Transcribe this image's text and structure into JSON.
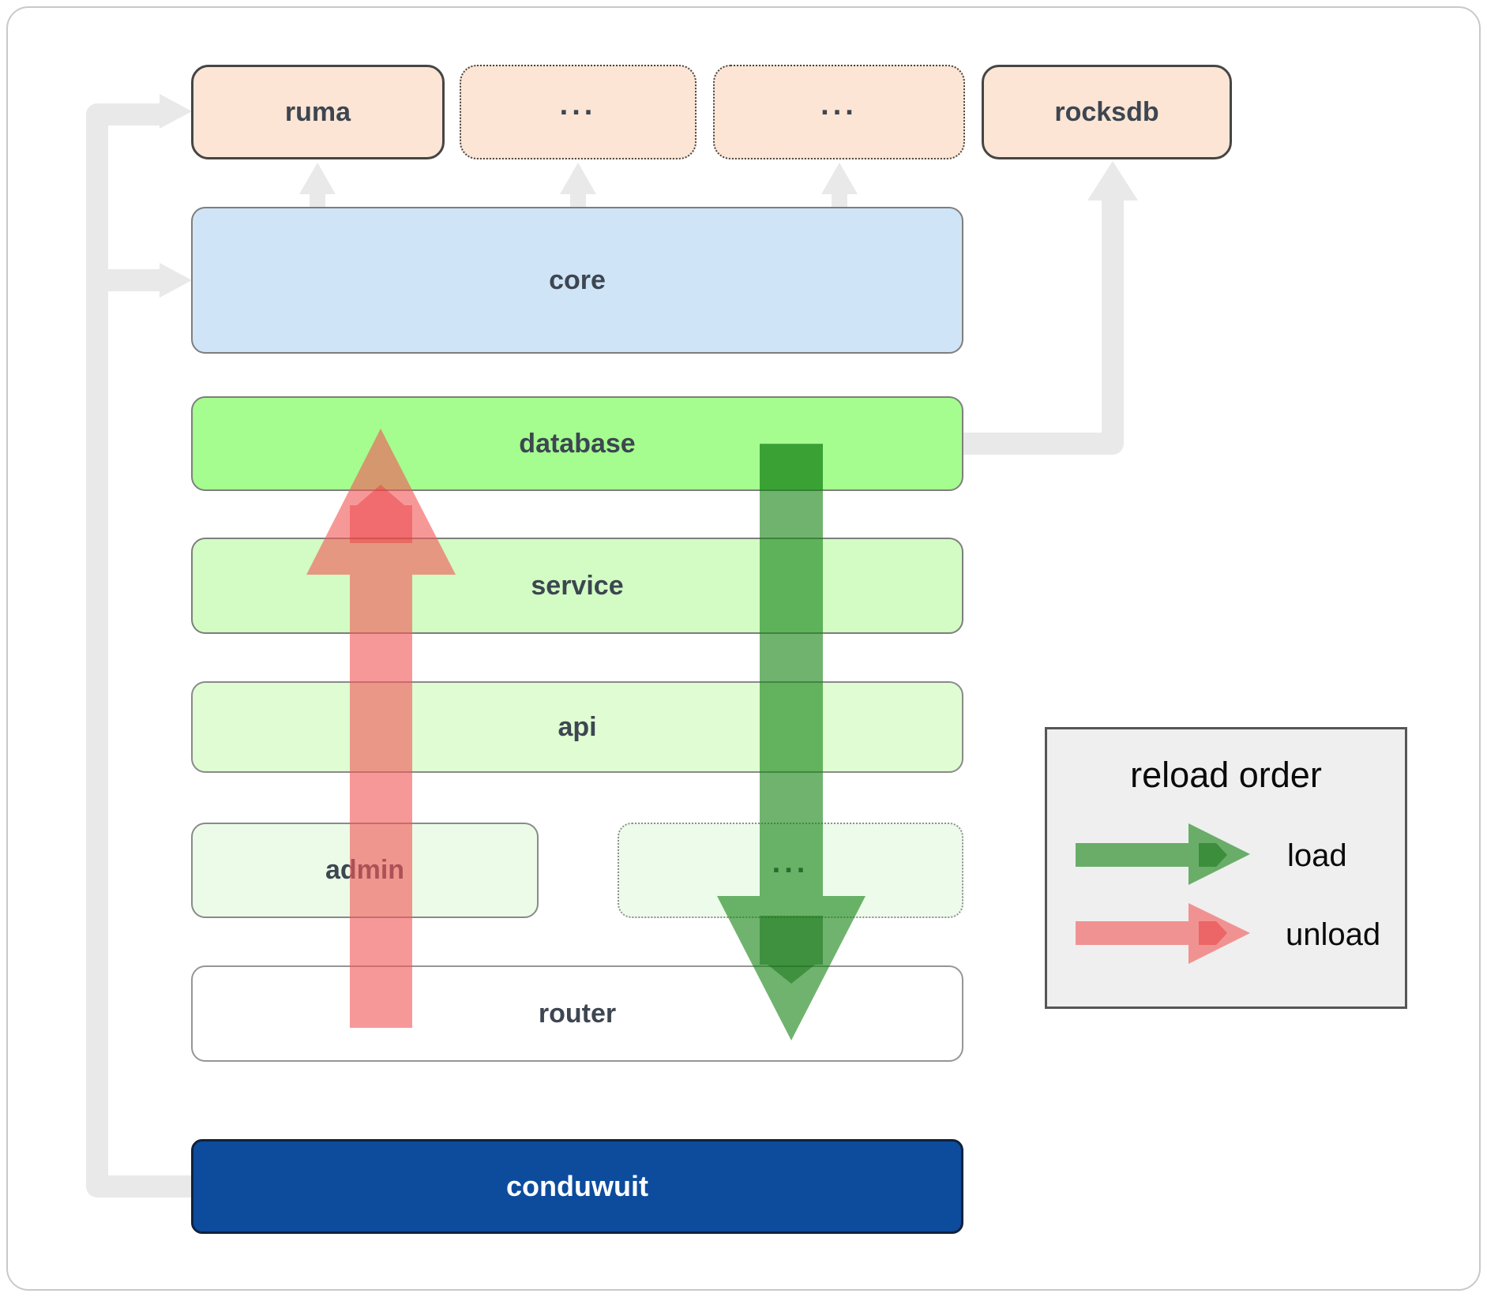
{
  "diagram": {
    "external_crates": [
      {
        "id": "ruma",
        "label": "ruma",
        "border": "solid"
      },
      {
        "id": "crate-ellipsis-1",
        "label": "...",
        "border": "dotted"
      },
      {
        "id": "crate-ellipsis-2",
        "label": "...",
        "border": "dotted"
      },
      {
        "id": "rocksdb",
        "label": "rocksdb",
        "border": "solid"
      }
    ],
    "layers": {
      "core": "core",
      "database": "database",
      "service": "service",
      "api": "api",
      "admin": "admin",
      "admin_ellipsis": "...",
      "router": "router",
      "conduwuit": "conduwuit"
    },
    "legend": {
      "title": "reload order",
      "load_label": "load",
      "unload_label": "unload"
    },
    "palette": {
      "external_crate_fill": "#fce5d4",
      "core_fill": "#d0e4f7",
      "database_fill": "#a5fc8f",
      "service_fill": "#d2fcc4",
      "api_fill": "#dffcd3",
      "admin_fill": "#ebfbe7",
      "router_fill": "#ffffff",
      "conduwuit_fill": "#0d4c9d",
      "load_arrow_green": "#168416",
      "unload_arrow_red": "#f25858",
      "connector_gray": "#e9e9e9",
      "legend_bg": "#efefef",
      "label_color": "#3d4651"
    }
  }
}
